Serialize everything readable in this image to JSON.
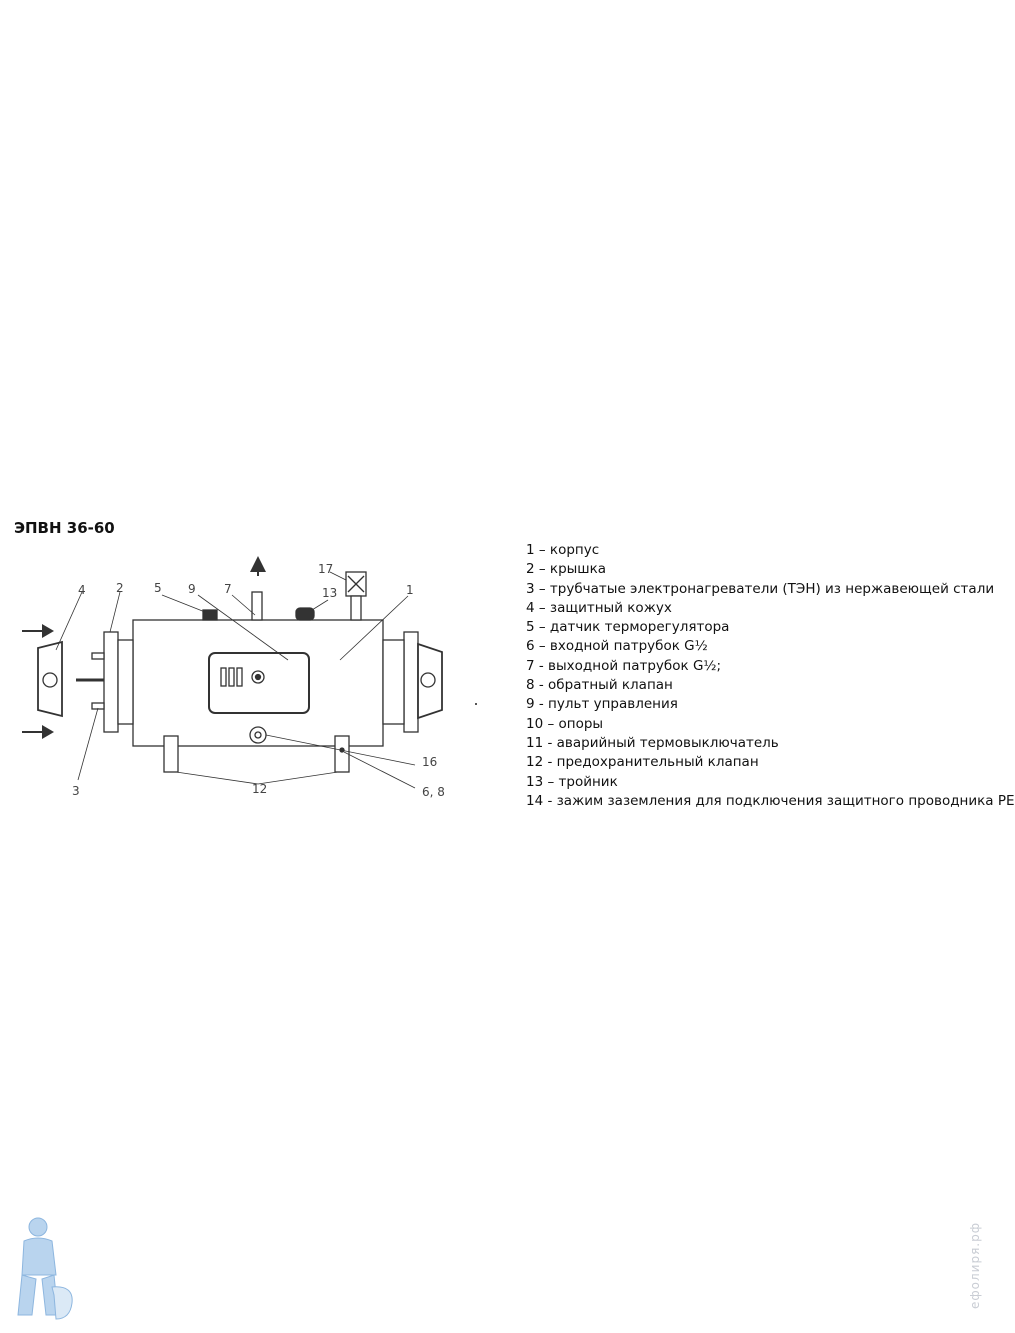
{
  "title": "ЭПВН 36-60",
  "callouts": [
    "4",
    "2",
    "5",
    "9",
    "7",
    "17",
    "13",
    "1",
    "3",
    "12",
    "16",
    "6, 8"
  ],
  "legend": [
    "1 – корпус",
    "2 – крышка",
    "3 – трубчатые электронагреватели (ТЭН) из нержавеющей стали",
    "4 – защитный кожух",
    "5 – датчик терморегулятора",
    "6 – входной патрубок G½",
    "7 - выходной патрубок G½;",
    "8 - обратный клапан",
    "9 - пульт управления",
    "10 – опоры",
    "11 - аварийный термовыключатель",
    "12 - предохранительный клапан",
    "13 – тройник",
    "14 - зажим заземления для подключения защитного проводника РЕ"
  ],
  "watermark": "ефолиря.рф",
  "colors": {
    "line": "#333333",
    "text": "#111111",
    "logo": "#9fc3e6"
  },
  "icons": {
    "logo": "plumber-logo-icon",
    "flow_in": "arrow-right-icon",
    "flow_out": "arrow-up-icon"
  }
}
